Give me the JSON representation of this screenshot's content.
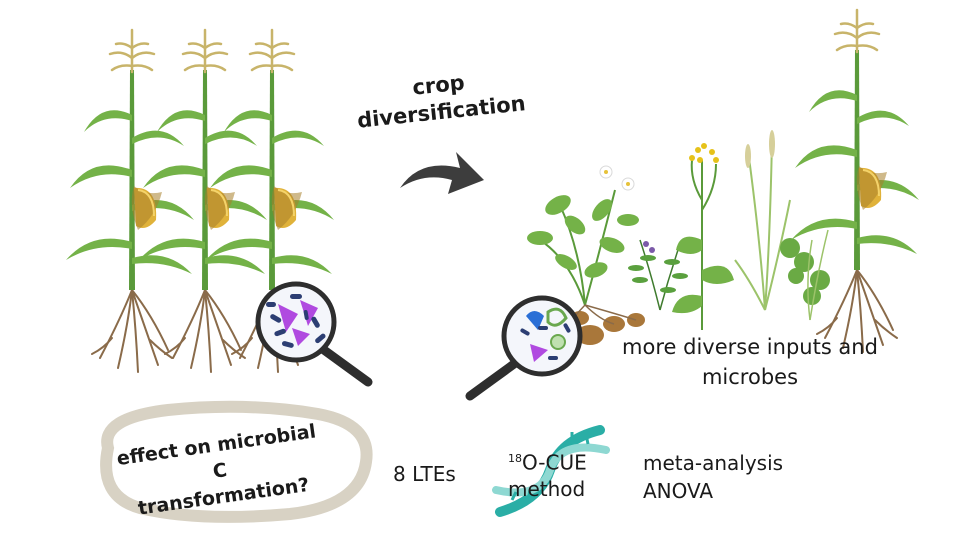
{
  "arrow_label": {
    "line1": "crop",
    "line2": "diversification"
  },
  "outcome_label": "more diverse inputs and microbes",
  "question": {
    "line1": "effect on microbial C",
    "line2": "transformation?"
  },
  "lte_label": "8 LTEs",
  "method": {
    "superscript": "18",
    "label": "O-CUE",
    "line2": "method"
  },
  "analysis": {
    "line1": "meta-analysis",
    "line2": "ANOVA"
  },
  "colors": {
    "stem": "#5a9a3a",
    "leaf": "#74b248",
    "root": "#8a6b4a",
    "tassel": "#c8b46a",
    "cob": "#e0b23a",
    "arrow": "#3d3d3d",
    "blob": "#d8d2c4",
    "dna": "#2aaea6",
    "microbe_blue": "#2c3e73",
    "microbe_purple": "#b04ae0"
  },
  "icons": [
    "maize-plant-icon",
    "diverse-crops-icon",
    "magnifier-icon",
    "curved-arrow-icon",
    "dna-icon"
  ]
}
